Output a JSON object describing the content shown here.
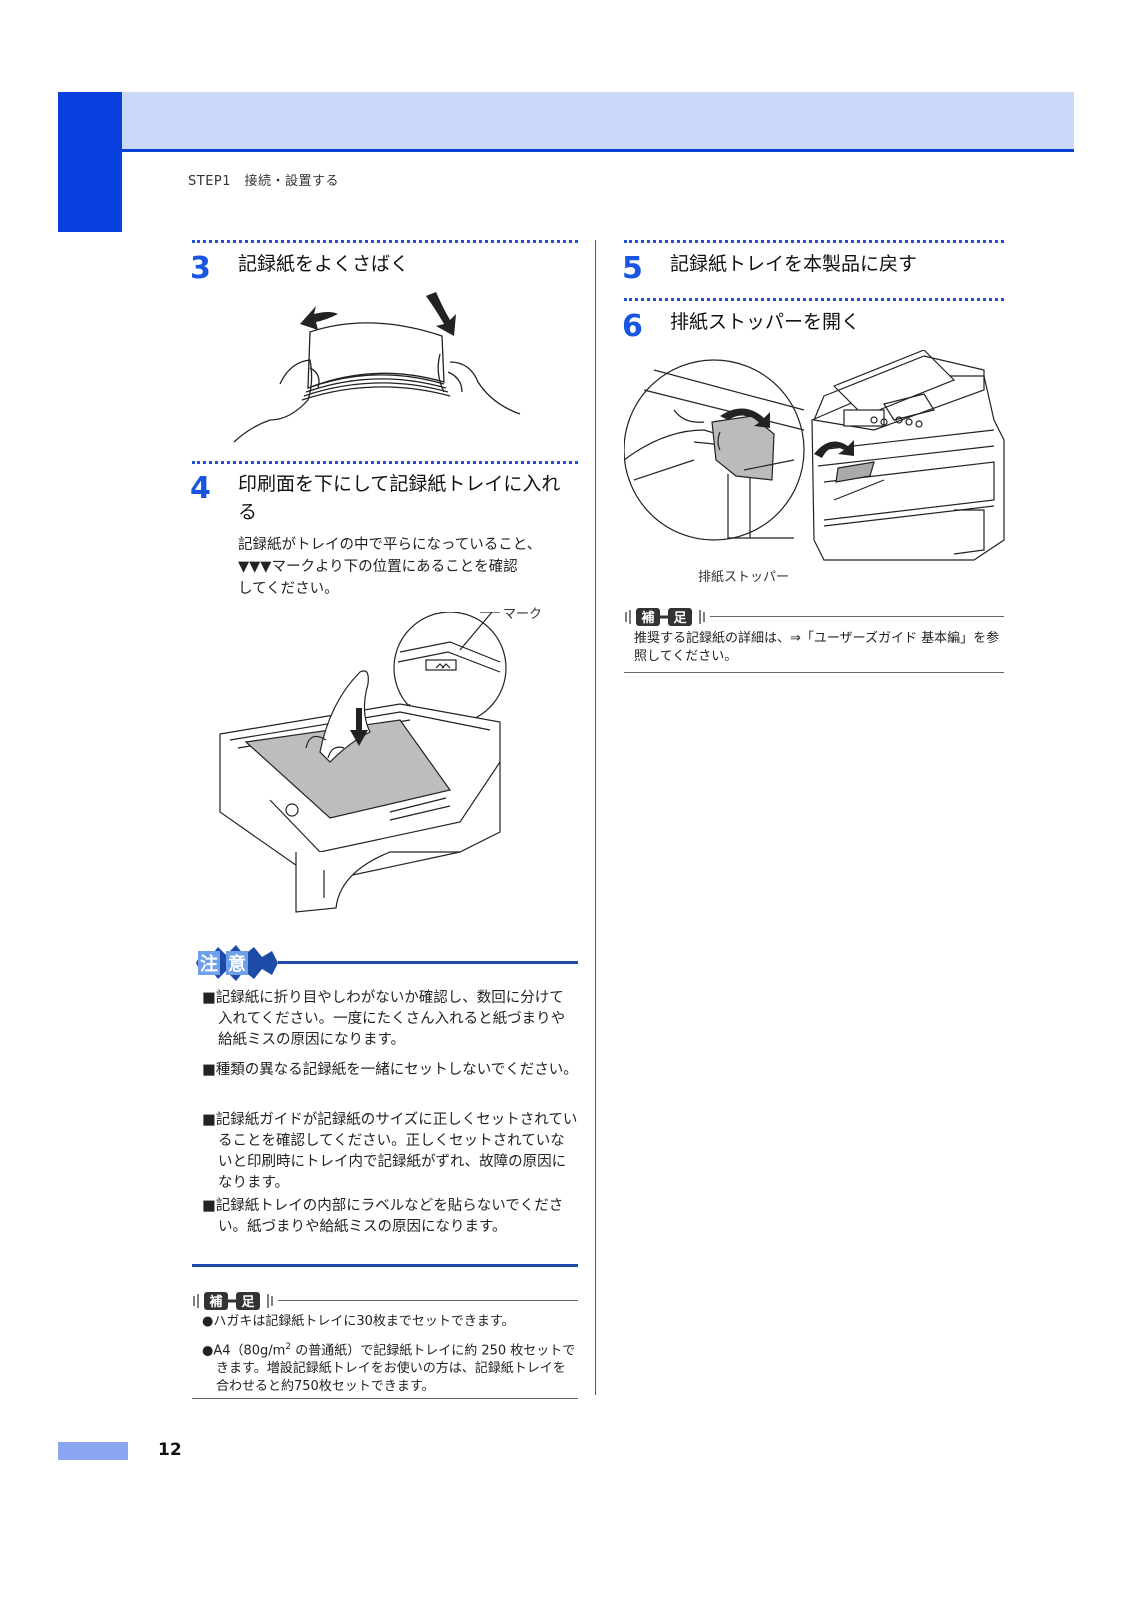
{
  "header": {
    "breadcrumb": "STEP1　接続・設置する"
  },
  "steps": [
    {
      "num": "3",
      "title": "記録紙をよくさばく"
    },
    {
      "num": "4",
      "title_line1": "印刷面を下にして記録紙トレイに入れ",
      "title_line2": "る",
      "body": [
        "記録紙がトレイの中で平らになっていること、",
        "▼▼▼マークより下の位置にあることを確認",
        "してください。"
      ]
    },
    {
      "num": "5",
      "title": "記録紙トレイを本製品に戻す"
    },
    {
      "num": "6",
      "title": "排紙ストッパーを開く"
    }
  ],
  "figures": {
    "tray_callout": "マーク",
    "printer_callout": "排紙ストッパー"
  },
  "caution": {
    "label": [
      "注",
      "意"
    ],
    "items": [
      "■記録紙に折り目やしわがないか確認し、数回に分けて入れてください。一度にたくさん入れると紙づまりや給紙ミスの原因になります。",
      "■種類の異なる記録紙を一緒にセットしないでください。",
      "■記録紙ガイドが記録紙のサイズに正しくセットされていることを確認してください。正しくセットされていないと印刷時にトレイ内で記録紙がずれ、故障の原因になります。",
      "■記録紙トレイの内部にラベルなどを貼らないでください。紙づまりや給紙ミスの原因になります。"
    ]
  },
  "note_left": {
    "label": [
      "補",
      "足"
    ],
    "items": [
      "●ハガキは記録紙トレイに30枚までセットできます。",
      {
        "pre": "●A4（80g/m",
        "sup": "2",
        "post": " の普通紙）で記録紙トレイに約 250 枚セットできます。増設記録紙トレイをお使いの方は、記録紙トレイを合わせると約750枚セットできます。"
      }
    ]
  },
  "note_right": {
    "label": [
      "補",
      "足"
    ],
    "text": "推奨する記録紙の詳細は、⇒「ユーザーズガイド 基本編」を参照してください。"
  },
  "footer": {
    "page": "12"
  },
  "colors": {
    "accent": "#1656e0",
    "band": "#c9d9f7",
    "tab": "#0a3fe0",
    "rule": "#1e4aa8"
  }
}
